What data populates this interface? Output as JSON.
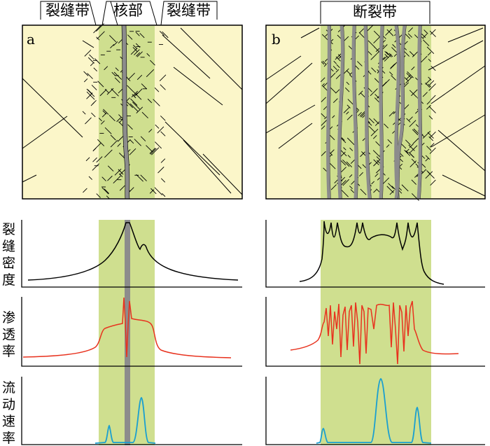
{
  "panel_a": {
    "letter": "a",
    "label_left": "裂缝带",
    "label_core": "核部",
    "label_right": "裂缝带"
  },
  "panel_b": {
    "letter": "b",
    "label_top": "断裂带"
  },
  "row_labels": {
    "fracture_density": [
      "裂",
      "缝",
      "密",
      "度"
    ],
    "permeability": [
      "渗",
      "透",
      "率"
    ],
    "flow_rate": [
      "流",
      "动",
      "速",
      "率"
    ]
  },
  "colors": {
    "host_rock": "#fbf6c9",
    "damage_zone": "#cfdf8f",
    "fault_core": "#8c8c8c",
    "density_curve": "#000000",
    "permeability_curve": "#e8321e",
    "flow_curve": "#1a9fd0"
  }
}
